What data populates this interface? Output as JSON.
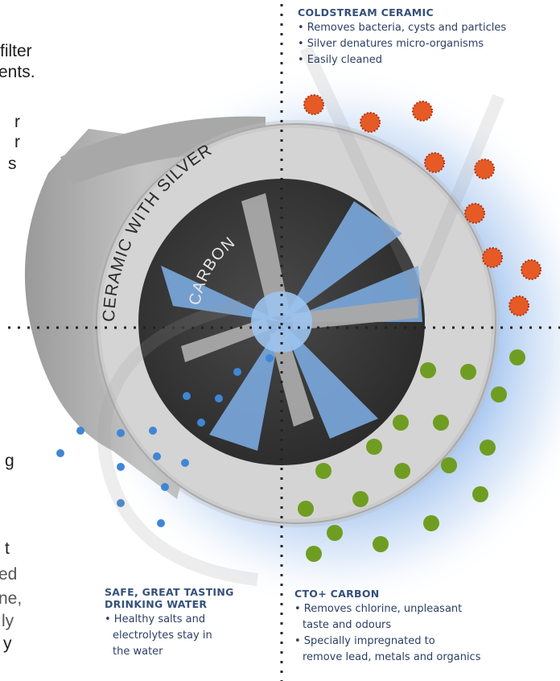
{
  "left_text": {
    "line1": "filter",
    "line2": "ents.",
    "line3": "r",
    "line4": "r",
    "line5": "s",
    "line6": "g",
    "line7": "t",
    "line8": "ed",
    "line9": "ne,",
    "line10": "ly",
    "line11": "y"
  },
  "top_right": {
    "title": "COLDSTREAM CERAMIC",
    "bullets": [
      "• Removes bacteria, cysts and particles",
      "• Silver denatures micro-organisms",
      "• Easily cleaned"
    ]
  },
  "bottom_left": {
    "title1": "SAFE, GREAT TASTING",
    "title2": "DRINKING WATER",
    "bullets": [
      "• Healthy salts and",
      "electrolytes stay in",
      "the water"
    ]
  },
  "bottom_right": {
    "title": "CTO+ CARBON",
    "bullets": [
      "• Removes chlorine, unpleasant",
      "taste and odours",
      "• Specially impregnated to",
      "remove lead, metals and organics"
    ]
  },
  "labels": {
    "ceramic": "CERAMIC WITH SILVER",
    "carbon": "CARBON"
  },
  "colors": {
    "glow": "#3c7fd8",
    "ceramic": "#cfcfcf",
    "carbon": "#333333",
    "bacteria": "#e04a1c",
    "carbon_particle": "#6b9a20",
    "water_dot": "#3f86d6"
  }
}
